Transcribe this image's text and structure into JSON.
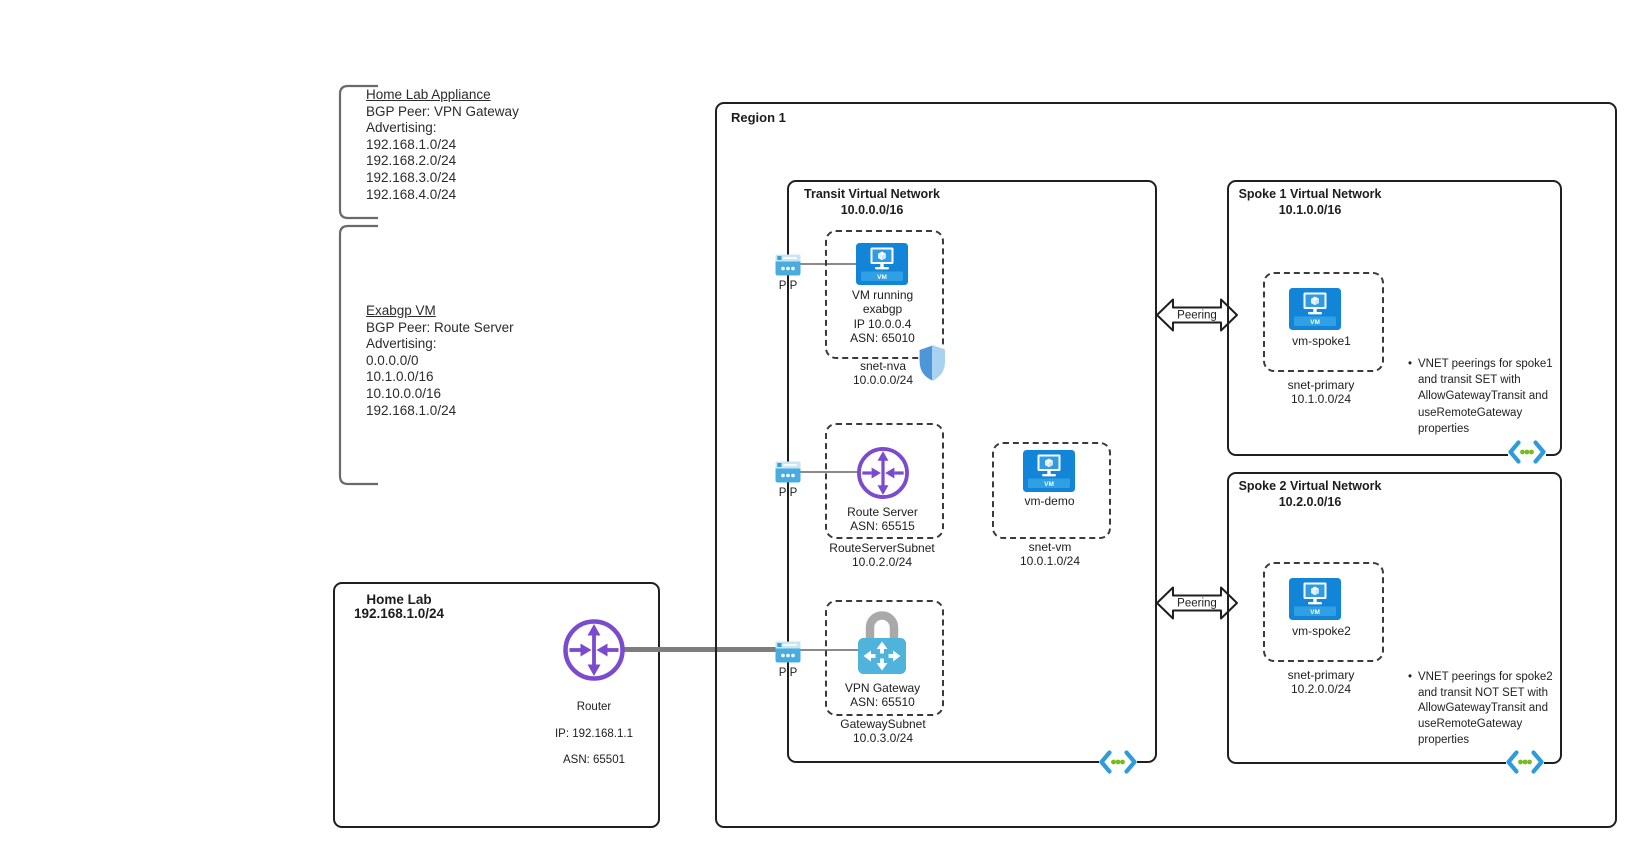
{
  "annotations": {
    "appliance": {
      "title": "Home Lab Appliance",
      "body": "BGP Peer: VPN Gateway\nAdvertising:\n192.168.1.0/24\n192.168.2.0/24\n192.168.3.0/24\n192.168.4.0/24"
    },
    "exabgp": {
      "title": "Exabgp VM",
      "body": "BGP Peer: Route Server\nAdvertising:\n0.0.0.0/0\n10.1.0.0/16\n10.10.0.0/16\n192.168.1.0/24"
    }
  },
  "home_lab": {
    "title": "Home Lab",
    "cidr": "192.168.1.0/24",
    "router": {
      "name": "Router",
      "ip": "IP: 192.168.1.1",
      "asn": "ASN: 65501"
    }
  },
  "region": {
    "label": "Region 1"
  },
  "peering": {
    "label": "Peering"
  },
  "glyphs": {
    "bullet": "•"
  },
  "transit": {
    "title": "Transit Virtual Network",
    "cidr": "10.0.0.0/16",
    "pip_label": "PIP",
    "nva": {
      "caption": "VM running\nexabgp\nIP 10.0.0.4\nASN: 65010",
      "subnet_name": "snet-nva",
      "subnet_cidr": "10.0.0.0/24"
    },
    "route_server": {
      "caption": "Route Server\nASN: 65515",
      "subnet_name": "RouteServerSubnet",
      "subnet_cidr": "10.0.2.0/24"
    },
    "vm_demo": {
      "caption": "vm-demo",
      "subnet_name": "snet-vm",
      "subnet_cidr": "10.0.1.0/24"
    },
    "vpn_gateway": {
      "caption": "VPN Gateway\nASN: 65510",
      "subnet_name": "GatewaySubnet",
      "subnet_cidr": "10.0.3.0/24"
    }
  },
  "spoke1": {
    "title": "Spoke 1 Virtual Network",
    "cidr": "10.1.0.0/16",
    "vm_caption": "vm-spoke1",
    "subnet_name": "snet-primary",
    "subnet_cidr": "10.1.0.0/24",
    "note": "VNET peerings for spoke1\nand transit SET with\nAllowGatewayTransit and\nuseRemoteGateway\nproperties"
  },
  "spoke2": {
    "title": "Spoke 2 Virtual Network",
    "cidr": "10.2.0.0/16",
    "vm_caption": "vm-spoke2",
    "subnet_name": "snet-primary",
    "subnet_cidr": "10.2.0.0/24",
    "note": "VNET peerings for spoke2\nand transit NOT SET with\nAllowGatewayTransit and\nuseRemoteGateway\nproperties"
  },
  "icons": {
    "vm_badge": "VM",
    "colors": {
      "router_purple": "#7B4BCF",
      "vm_blue": "#1285D8",
      "vpn_gateway_blue": "#4FB3DC",
      "pip_blue": "#48ACDE",
      "vnet_chevron_blue": "#2E9BDA",
      "vnet_dot_green": "#76BC21",
      "nsg_shield_blue": "#4D96D9"
    }
  }
}
